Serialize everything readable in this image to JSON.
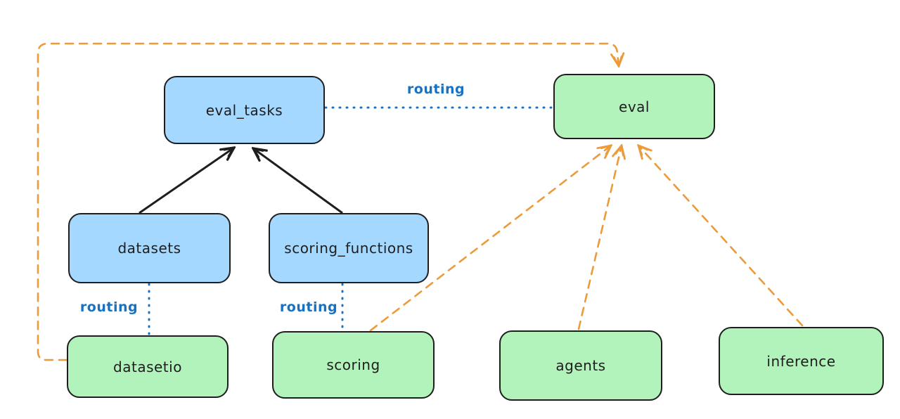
{
  "diagram": {
    "nodes": [
      {
        "id": "eval_tasks",
        "label": "eval_tasks",
        "kind": "resource",
        "fill": "blue"
      },
      {
        "id": "eval",
        "label": "eval",
        "kind": "api",
        "fill": "green"
      },
      {
        "id": "datasets",
        "label": "datasets",
        "kind": "resource",
        "fill": "blue"
      },
      {
        "id": "scoring_functions",
        "label": "scoring_functions",
        "kind": "resource",
        "fill": "blue"
      },
      {
        "id": "datasetio",
        "label": "datasetio",
        "kind": "api",
        "fill": "green"
      },
      {
        "id": "scoring",
        "label": "scoring",
        "kind": "api",
        "fill": "green"
      },
      {
        "id": "agents",
        "label": "agents",
        "kind": "api",
        "fill": "green"
      },
      {
        "id": "inference",
        "label": "inference",
        "kind": "api",
        "fill": "green"
      }
    ],
    "edges": [
      {
        "from": "datasets",
        "to": "eval_tasks",
        "style": "solid-arrow"
      },
      {
        "from": "scoring_functions",
        "to": "eval_tasks",
        "style": "solid-arrow"
      },
      {
        "from": "eval_tasks",
        "to": "eval",
        "style": "dotted",
        "label": "routing"
      },
      {
        "from": "datasets",
        "to": "datasetio",
        "style": "dotted",
        "label": "routing"
      },
      {
        "from": "scoring_functions",
        "to": "scoring",
        "style": "dotted",
        "label": "routing"
      },
      {
        "from": "datasetio",
        "to": "eval",
        "style": "dashed-arrow"
      },
      {
        "from": "scoring",
        "to": "eval",
        "style": "dashed-arrow"
      },
      {
        "from": "agents",
        "to": "eval",
        "style": "dashed-arrow"
      },
      {
        "from": "inference",
        "to": "eval",
        "style": "dashed-arrow"
      }
    ],
    "colors": {
      "blue_fill": "#a5d8ff",
      "green_fill": "#b2f2bb",
      "stroke": "#1e1e1e",
      "routing_blue": "#1971c2",
      "orange": "#ec9b3b"
    }
  }
}
